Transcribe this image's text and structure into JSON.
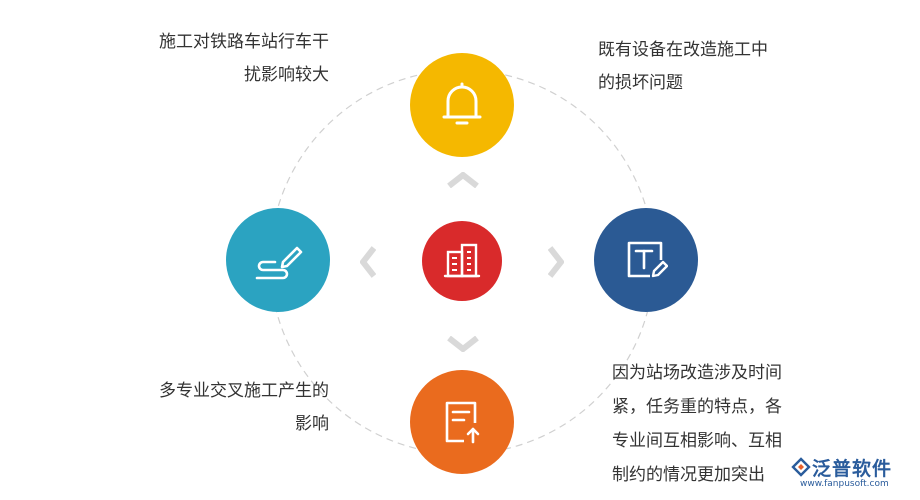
{
  "labels": {
    "top_left": [
      "施工对铁路车站行车干",
      "扰影响较大"
    ],
    "top_right": [
      "既有设备在改造施工中",
      "的损坏问题"
    ],
    "bottom_left": [
      "多专业交叉施工产生的",
      "影响"
    ],
    "bottom_right": [
      "因为站场改造涉及时间",
      "紧，任务重的特点，各",
      "专业间互相影响、互相",
      "制约的情况更加突出"
    ]
  },
  "nodes": {
    "top": {
      "icon": "bell-icon",
      "color": "#F5B800"
    },
    "left": {
      "icon": "pen-path-icon",
      "color": "#2BA3C1"
    },
    "right": {
      "icon": "text-edit-icon",
      "color": "#2B5A94"
    },
    "bottom": {
      "icon": "document-upload-icon",
      "color": "#EA6B1E"
    },
    "center": {
      "icon": "buildings-icon",
      "color": "#D92A2B"
    }
  },
  "logo": {
    "name": "泛普软件",
    "url": "www.fanpusoft.com"
  }
}
